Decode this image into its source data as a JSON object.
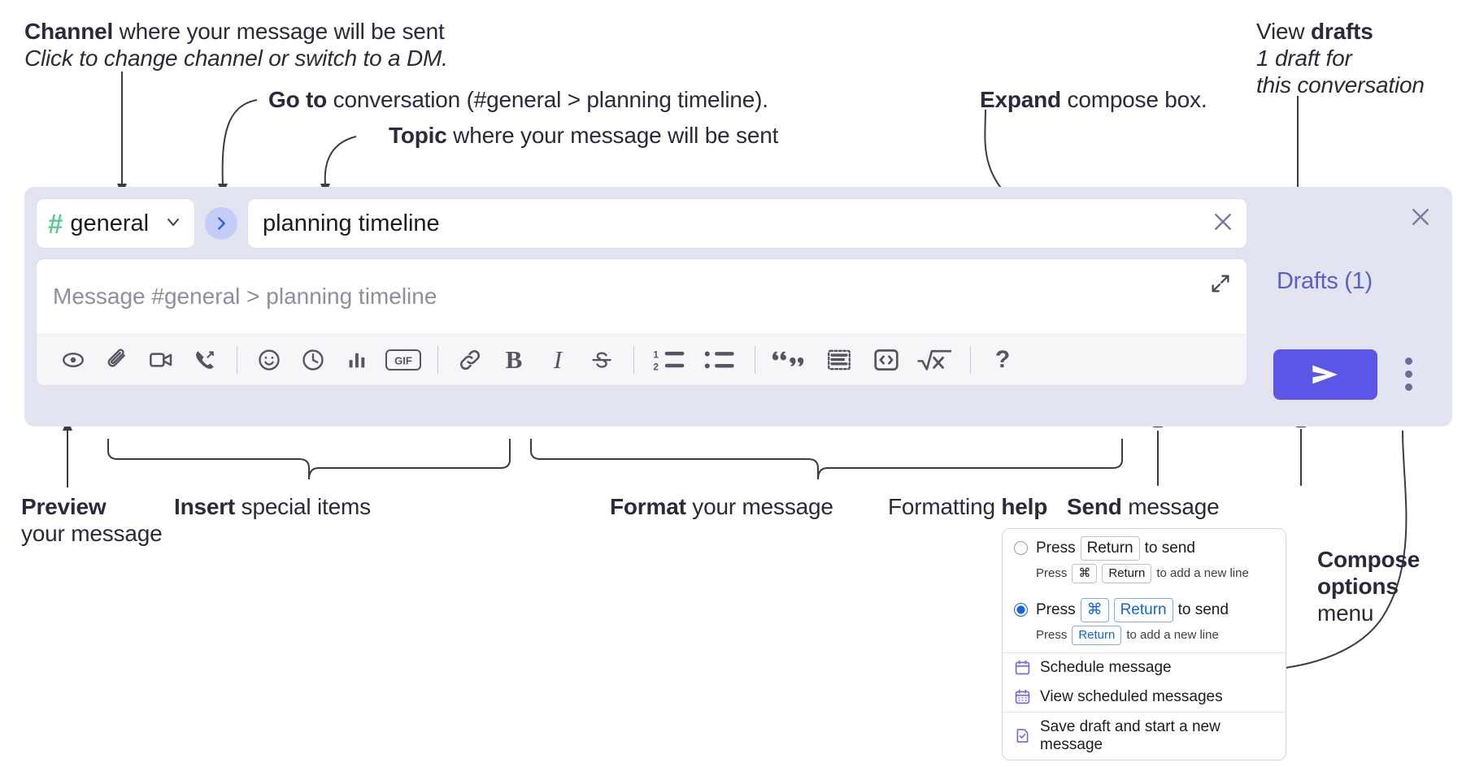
{
  "annotations": {
    "channel": {
      "bold": "Channel",
      "rest": " where your message will be sent",
      "italic": "Click to change channel or switch to a DM."
    },
    "goto": {
      "bold": "Go to",
      "rest": " conversation (#general > planning timeline)."
    },
    "topic": {
      "bold": "Topic",
      "rest": " where your message will be sent"
    },
    "expand": {
      "bold": "Expand",
      "rest": " compose box."
    },
    "drafts": {
      "lead": "View ",
      "bold": "drafts",
      "italic1": "1 draft for",
      "italic2": "this conversation"
    },
    "preview": {
      "bold": "Preview",
      "rest": "your message"
    },
    "insert": {
      "bold": "Insert",
      "rest": " special items"
    },
    "format": {
      "bold": "Format",
      "rest": " your message"
    },
    "help": {
      "lead": "Formatting ",
      "bold": "help"
    },
    "send": {
      "bold": "Send",
      "rest": " message"
    },
    "compose_options": {
      "bold1": "Compose",
      "bold2": "options",
      "rest": "menu"
    }
  },
  "compose": {
    "channel_name": "general",
    "hash_symbol": "#",
    "topic_value": "planning timeline",
    "message_placeholder": "Message #general > planning timeline",
    "drafts_label": "Drafts (1)",
    "toolbar": [
      {
        "name": "preview-icon",
        "label": "Preview"
      },
      {
        "name": "attachment-icon",
        "label": "Attach file"
      },
      {
        "name": "video-icon",
        "label": "Record video clip"
      },
      {
        "name": "audio-call-icon",
        "label": "Record audio clip"
      },
      {
        "name": "divider",
        "label": ""
      },
      {
        "name": "emoji-icon",
        "label": "Emoji"
      },
      {
        "name": "clock-icon",
        "label": "Recent"
      },
      {
        "name": "poll-icon",
        "label": "Poll"
      },
      {
        "name": "gif-icon",
        "label": "GIF"
      },
      {
        "name": "divider",
        "label": ""
      },
      {
        "name": "link-icon",
        "label": "Link"
      },
      {
        "name": "bold-icon",
        "label": "B"
      },
      {
        "name": "italic-icon",
        "label": "I"
      },
      {
        "name": "strikethrough-icon",
        "label": "S"
      },
      {
        "name": "divider",
        "label": ""
      },
      {
        "name": "ordered-list-icon",
        "label": "Ordered list"
      },
      {
        "name": "bulleted-list-icon",
        "label": "Bulleted list"
      },
      {
        "name": "divider",
        "label": ""
      },
      {
        "name": "blockquote-icon",
        "label": "Blockquote"
      },
      {
        "name": "code-block-icon",
        "label": "Code block"
      },
      {
        "name": "code-icon",
        "label": "Code"
      },
      {
        "name": "math-icon",
        "label": "Math"
      },
      {
        "name": "divider",
        "label": ""
      },
      {
        "name": "help-icon",
        "label": "?"
      }
    ]
  },
  "menu": {
    "options": [
      {
        "selected": false,
        "main_pre": "Press",
        "main_key": "Return",
        "main_post": "to send",
        "sub_pre": "Press",
        "sub_key1": "⌘",
        "sub_key2": "Return",
        "sub_post": "to add a new line"
      },
      {
        "selected": true,
        "main_pre": "Press",
        "main_key1": "⌘",
        "main_key2": "Return",
        "main_post": "to send",
        "sub_pre": "Press",
        "sub_key": "Return",
        "sub_post": "to add a new line"
      }
    ],
    "items": [
      {
        "icon": "calendar-icon",
        "label": "Schedule message"
      },
      {
        "icon": "calendar-grid-icon",
        "label": "View scheduled messages"
      },
      {
        "icon": "save-draft-icon",
        "label": "Save draft and start a new message"
      }
    ]
  },
  "colors": {
    "compose_bg": "#e3e4f1",
    "accent_send": "#5b56e8",
    "channel_hash": "#5ccb90",
    "goto_bg": "#c3cdf7",
    "drafts_text": "#5a5fc4",
    "menu_icon": "#7b68d9",
    "radio_selected": "#1264e3"
  }
}
